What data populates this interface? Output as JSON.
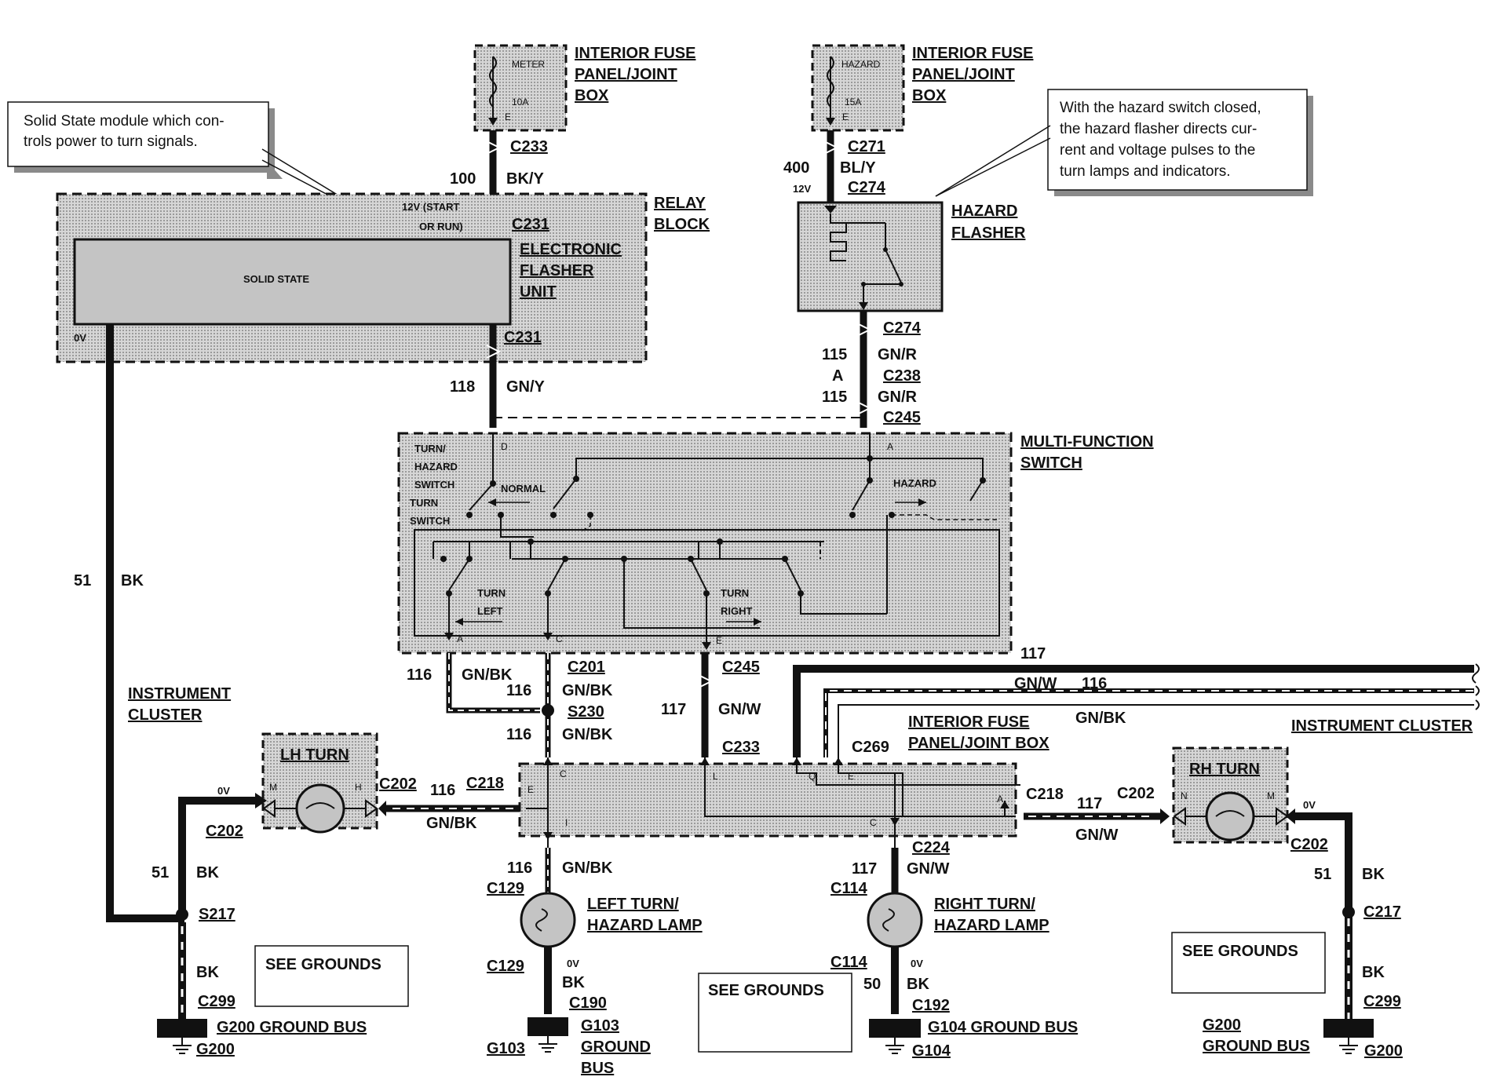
{
  "colors": {
    "wire": "#111111",
    "box_fill": "#c4c4c4",
    "shadow": "#8a8a8a",
    "paper": "#ffffff"
  },
  "top_fuse_meter": {
    "title_lines": [
      "INTERIOR FUSE",
      "PANEL/JOINT",
      "BOX"
    ],
    "fuse_name": "METER",
    "rating": "10A",
    "terminal": "E",
    "connector": "C233",
    "circuit": "100",
    "color": "BK/Y"
  },
  "top_fuse_hazard": {
    "title_lines": [
      "INTERIOR FUSE",
      "PANEL/JOINT",
      "BOX"
    ],
    "fuse_name": "HAZARD",
    "rating": "15A",
    "terminal": "E",
    "connector_top": "C271",
    "circuit": "400",
    "color": "BL/Y",
    "voltage": "12V",
    "connector_bottom": "C274"
  },
  "note_left": {
    "lines": [
      "Solid State module which con-",
      "trols power to turn signals."
    ]
  },
  "note_right": {
    "lines": [
      "With the hazard switch closed,",
      "the hazard flasher directs cur-",
      "rent and voltage pulses to the",
      "turn lamps and indicators."
    ]
  },
  "relay_block": {
    "title_lines": [
      "RELAY",
      "BLOCK"
    ],
    "unit_lines": [
      "ELECTRONIC",
      "FLASHER",
      "UNIT"
    ],
    "inner_label": "SOLID STATE",
    "supply_label_lines": [
      "12V (START",
      "OR RUN)"
    ],
    "connector_top": "C231",
    "connector_bottom": "C231",
    "zero_v": "0V"
  },
  "hazard_flasher": {
    "title_lines": [
      "HAZARD",
      "FLASHER"
    ],
    "connector": "C274"
  },
  "hazard_feed": {
    "circuit1": "115",
    "color1": "GN/R",
    "pin": "A",
    "connector_mid": "C238",
    "circuit2": "115",
    "color2": "GN/R",
    "connector_bottom": "C245",
    "connector_top": "C274"
  },
  "flasher_output": {
    "circuit": "118",
    "color": "GN/Y"
  },
  "left_ground_wire": {
    "circuit": "51",
    "color": "BK"
  },
  "mfs": {
    "title_lines": [
      "MULTI-FUNCTION",
      "SWITCH"
    ],
    "switch_label_lines": [
      "TURN/",
      "HAZARD",
      "SWITCH"
    ],
    "turn_switch_lines": [
      "TURN",
      "SWITCH"
    ],
    "normal": "NORMAL",
    "hazard": "HAZARD",
    "turn_left_lines": [
      "TURN",
      "LEFT"
    ],
    "turn_right_lines": [
      "TURN",
      "RIGHT"
    ],
    "pin_d": "D",
    "pin_a_top": "A",
    "pin_a": "A",
    "pin_c": "C",
    "pin_e": "E"
  },
  "wires_mid": {
    "c201": "C201",
    "c116_a": "116",
    "gnbk_a": "GN/BK",
    "c116_b": "116",
    "gnbk_b": "GN/BK",
    "s230": "S230",
    "c116_c": "116",
    "gnbk_c": "GN/BK",
    "c245": "C245",
    "c117": "117",
    "gnw": "GN/W",
    "c233": "C233",
    "c269": "C269",
    "right_117": "117",
    "right_gnw": "GN/W",
    "right_116": "116",
    "right_gnbk": "GN/BK"
  },
  "instrument_cluster_left": {
    "lines": [
      "INSTRUMENT",
      "CLUSTER"
    ]
  },
  "instrument_cluster_right": "INSTRUMENT CLUSTER",
  "lh_turn": {
    "title": "LH TURN",
    "m": "M",
    "h": "H",
    "connector": "C202",
    "zero_v": "0V",
    "c202_bottom": "C202",
    "circuit": "51",
    "color": "BK"
  },
  "interior_fuse_bottom": {
    "title_lines": [
      "INTERIOR FUSE",
      "PANEL/JOINT  BOX"
    ],
    "c218_left": "C218",
    "c116": "116",
    "gnbk": "GN/BK",
    "c218_right": "C218",
    "c117": "117",
    "c202_right": "C202",
    "gnw": "GN/W",
    "pins": {
      "c": "C",
      "e": "E",
      "i": "I",
      "l": "L",
      "q": "Q",
      "e2": "E",
      "c2": "C",
      "a": "A"
    }
  },
  "rh_turn": {
    "title": "RH TURN",
    "n": "N",
    "m": "M",
    "zero_v": "0V",
    "c202_bottom": "C202",
    "circuit": "51",
    "color": "BK",
    "c217": "C217",
    "bk2": "BK",
    "c299": "C299"
  },
  "left_lamp": {
    "title_lines": [
      "LEFT TURN/",
      "HAZARD LAMP"
    ],
    "c116": "116",
    "gnbk": "GN/BK",
    "c129_top": "C129",
    "c129_bottom": "C129",
    "zero_v": "0V",
    "bk": "BK",
    "c190": "C190",
    "g103": "G103",
    "ground_lines": [
      "G103",
      "GROUND",
      "BUS"
    ]
  },
  "right_lamp": {
    "title_lines": [
      "RIGHT TURN/",
      "HAZARD LAMP"
    ],
    "c224": "C224",
    "c117": "117",
    "gnw": "GN/W",
    "c114_top": "C114",
    "c114_bottom": "C114",
    "zero_v": "0V",
    "c50": "50",
    "bk": "BK",
    "c192": "C192",
    "ground_bus": "G104 GROUND BUS",
    "g104": "G104"
  },
  "left_ground": {
    "c51": "51",
    "bk": "BK",
    "s217": "S217",
    "bk2": "BK",
    "c299": "C299",
    "ground_bus": "G200 GROUND BUS",
    "g200": "G200"
  },
  "right_ground": {
    "ground_lines": [
      "G200",
      "GROUND BUS"
    ],
    "g200": "G200"
  },
  "see_grounds": "SEE GROUNDS"
}
